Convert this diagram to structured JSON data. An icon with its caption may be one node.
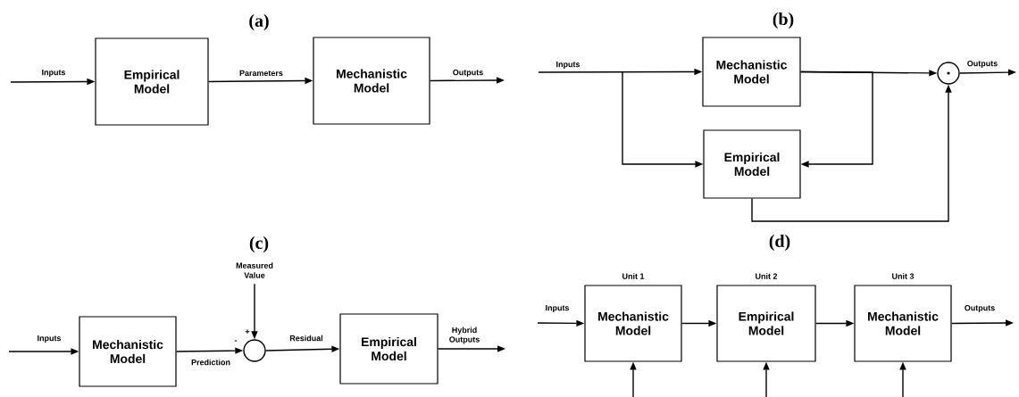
{
  "diagram": {
    "nodes": [
      {
        "text": [
          "Empirical Model"
        ]
      },
      {
        "text": [
          "Mechanistic Model"
        ]
      },
      {
        "text": [
          "Mechanistic Model"
        ]
      },
      {
        "text": [
          "Empirical Model"
        ]
      },
      {
        "text": [],
        "shape": "circle"
      },
      {
        "text": [
          "Mechanistic Model"
        ]
      },
      {
        "text": [],
        "shape": "circle"
      },
      {
        "text": [
          "Empirical Model"
        ]
      },
      {
        "text": [
          "Measured Value"
        ]
      },
      {
        "text": [
          "Mechanistic Model"
        ],
        "beside": [
          "Unit 1"
        ]
      },
      {
        "text": [
          "Empirical Model"
        ],
        "beside": [
          "Unit 2"
        ]
      },
      {
        "text": [
          "Mechanistic Model"
        ],
        "beside": [
          "Unit 3"
        ]
      }
    ],
    "edges": [
      {
        "from": null,
        "to": 0,
        "arrow": "to",
        "label": "Inputs"
      },
      {
        "from": 0,
        "to": 1,
        "arrow": "to",
        "label": "Parameters"
      },
      {
        "from": 1,
        "to": null,
        "arrow": "to",
        "label": "Outputs"
      },
      {
        "from": null,
        "to": 2,
        "arrow": "to",
        "label": "Inputs"
      },
      {
        "from": null,
        "to": 3,
        "arrow": "to"
      },
      {
        "from": 2,
        "to": 4,
        "arrow": "to"
      },
      {
        "from": 2,
        "to": 3,
        "arrow": "to"
      },
      {
        "from": 3,
        "to": 4,
        "arrow": "to"
      },
      {
        "from": 4,
        "to": null,
        "arrow": "to",
        "label": "Outputs"
      },
      {
        "from": null,
        "to": 5,
        "arrow": "to",
        "label": "Inputs"
      },
      {
        "from": 5,
        "to": 6,
        "arrow": "to",
        "label": "Prediction"
      },
      {
        "from": 8,
        "to": 6,
        "arrow": "to"
      },
      {
        "from": 6,
        "to": 7,
        "arrow": "to",
        "label": "Residual"
      },
      {
        "from": 7,
        "to": null,
        "arrow": "to",
        "label": "Hybrid Outputs"
      },
      {
        "from": null,
        "to": 9,
        "arrow": "to",
        "label": "Inputs"
      },
      {
        "from": 9,
        "to": 10,
        "arrow": "to"
      },
      {
        "from": 10,
        "to": 11,
        "arrow": "to"
      },
      {
        "from": 11,
        "to": null,
        "arrow": "to",
        "label": "Outputs"
      },
      {
        "from": null,
        "to": 9,
        "arrow": "to"
      },
      {
        "from": null,
        "to": 10,
        "arrow": "to"
      },
      {
        "from": null,
        "to": 11,
        "arrow": "to"
      }
    ],
    "labels": [
      "(a)",
      "(b)",
      "(c)",
      "(d)",
      "+",
      "-"
    ]
  }
}
